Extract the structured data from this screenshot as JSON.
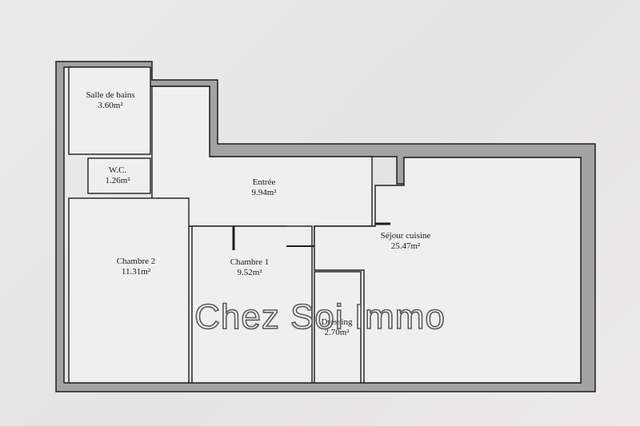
{
  "plan": {
    "rooms": [
      {
        "id": "salle-de-bains",
        "name": "Salle de bains",
        "area": "3.60m²"
      },
      {
        "id": "wc",
        "name": "W.C.",
        "area": "1.26m²"
      },
      {
        "id": "entree",
        "name": "Entrée",
        "area": "9.94m²"
      },
      {
        "id": "sejour-cuisine",
        "name": "Séjour cuisine",
        "area": "25.47m²"
      },
      {
        "id": "chambre-2",
        "name": "Chambre 2",
        "area": "11.31m²"
      },
      {
        "id": "chambre-1",
        "name": "Chambre 1",
        "area": "9.52m²"
      },
      {
        "id": "dressing",
        "name": "Dressing",
        "area": "2.70m²"
      }
    ]
  },
  "watermark": {
    "text": "Chez Soi Immo"
  },
  "colors": {
    "wall_fill": "#9c9c9a",
    "wall_stroke": "#1e1e1e",
    "paper": "#e9e9e6"
  }
}
